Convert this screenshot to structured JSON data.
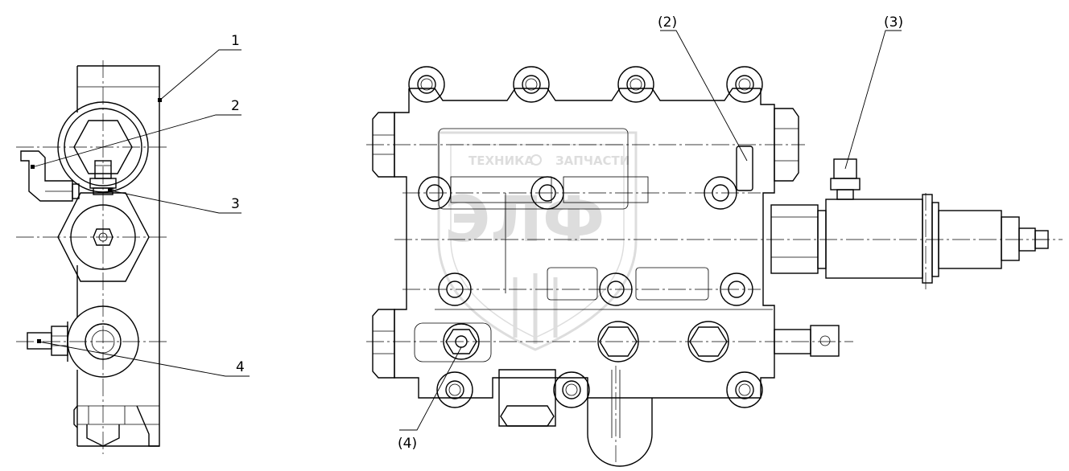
{
  "side_view": {
    "callouts": [
      "1",
      "2",
      "3",
      "4"
    ]
  },
  "front_view": {
    "callouts": [
      "(2)",
      "(3)",
      "(4)"
    ]
  },
  "watermark": {
    "text_top": "ТЕХНИКА",
    "text_right": "ЗАПЧАСТИ",
    "monogram": "ЭЛФ"
  }
}
